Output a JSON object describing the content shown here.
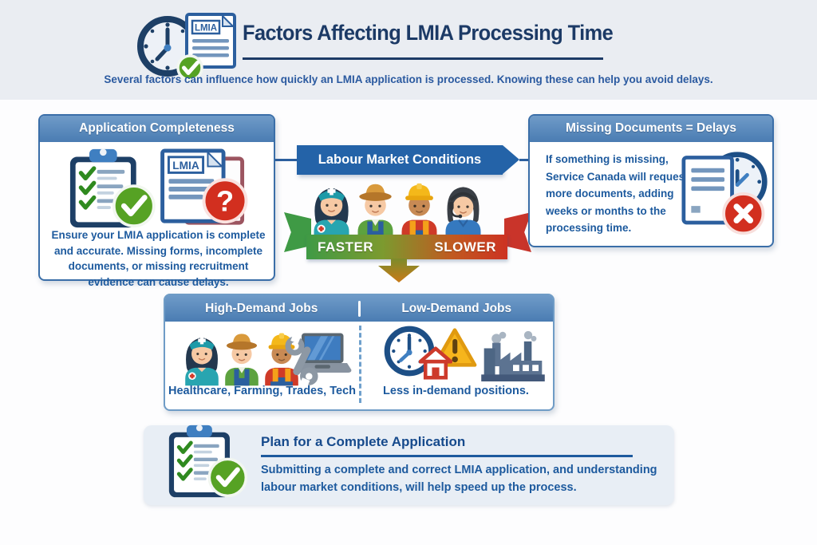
{
  "header": {
    "title": "Factors Affecting LMIA Processing Time",
    "subtitle": "Several factors can influence how quickly an LMIA application is processed. Knowing these can help you avoid delays.",
    "lmia_label": "LMIA",
    "icon": "clock-document-check-icon"
  },
  "completeness_box": {
    "title": "Application Completeness",
    "body_1": "Ensure your LMIA application is complete and ",
    "body_bold": "accurate",
    "body_2": ". Missing forms, incomplete documents, or missing recruitment evidence can cause delays.",
    "lmia_label": "LMIA",
    "question_mark": "?",
    "icons": [
      "clipboard-checklist-icon",
      "green-check-icon",
      "lmia-document-question-icon"
    ]
  },
  "labour_banner": {
    "title": "Labour Market Conditions",
    "faster": "FASTER",
    "slower": "SLOWER",
    "icons": [
      "nurse-avatar",
      "farmer-avatar",
      "construction-worker-avatar",
      "support-agent-avatar",
      "faster-slower-ribbon",
      "down-arrow-icon"
    ]
  },
  "missing_box": {
    "title": "Missing Documents = Delays",
    "body": "If something is missing, Service Canada will request more documents, adding weeks or months to the processing time.",
    "icons": [
      "document-clock-icon",
      "red-x-icon"
    ]
  },
  "demand_box": {
    "high_title": "High-Demand Jobs",
    "header_divider": "|",
    "low_title": "Low-Demand Jobs",
    "high_caption": "Healthcare, Farming, Trades, Tech",
    "low_caption": "Less in-demand positions.",
    "high_icons": [
      "nurse-avatar",
      "farmer-avatar",
      "construction-worker-avatar",
      "laptop-icon",
      "wrench-icon"
    ],
    "low_icons": [
      "clock-icon",
      "warning-triangle-icon",
      "house-icon",
      "factory-icon"
    ]
  },
  "plan_box": {
    "title": "Plan for a Complete Application",
    "body": "Submitting a complete and correct LMIA application, and understanding labour market conditions, will help speed up the process.",
    "icons": [
      "clipboard-checklist-icon",
      "green-check-icon"
    ]
  },
  "colors": {
    "title_navy": "#1c3a66",
    "body_blue": "#1d5a9e",
    "box_header_blue": "#4a7cb2",
    "box_border_blue": "#3a6ea8",
    "banner_blue": "#2463a8",
    "faster_green": "#3f9a45",
    "slower_red": "#c9342a",
    "check_green": "#56a224",
    "error_red": "#d22f1f",
    "warning_yellow": "#f6b51c",
    "header_band_gray": "#eaedf2"
  }
}
